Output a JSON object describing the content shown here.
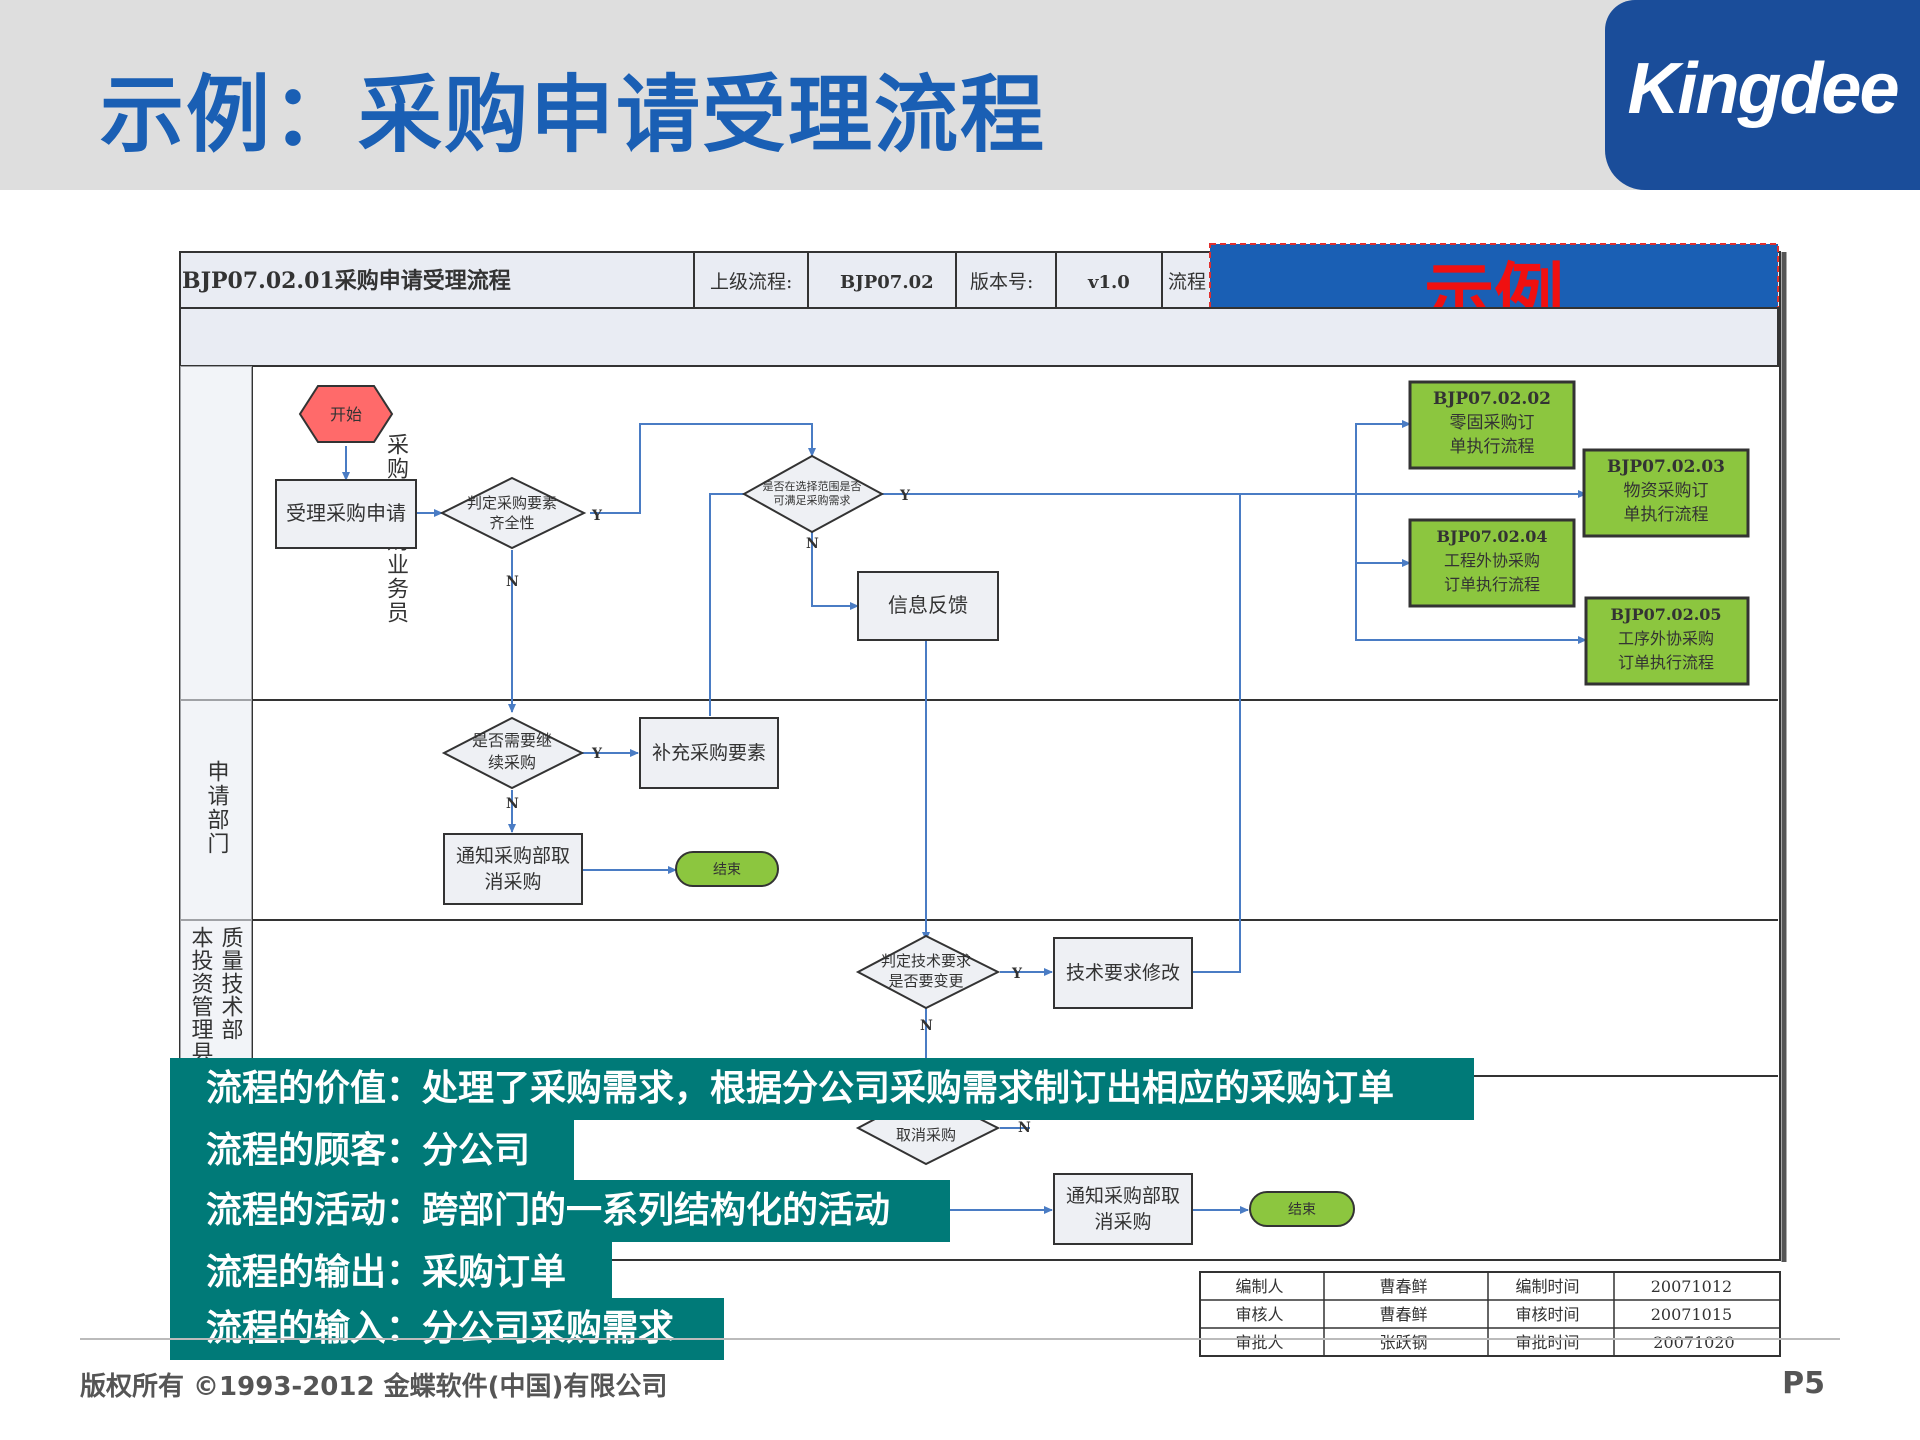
{
  "slide": {
    "title": "示例：采购申请受理流程",
    "logo": "Kingdee",
    "copyright": "版权所有 ©1993-2012 金蝶软件(中国)有限公司",
    "page": "P5"
  },
  "flowchart": {
    "header": {
      "code_title": "BJP07.02.01采购申请受理流程",
      "parent_label": "上级流程:",
      "parent_value": "BJP07.02",
      "version_label": "版本号:",
      "version_value": "v1.0",
      "flow_label": "流程"
    },
    "sample_label": "示例",
    "lanes": [
      "采购部采购业务员",
      "申请部门",
      "质量技术部",
      "本投资管理县"
    ],
    "nodes": {
      "start": "开始",
      "accept": "受理采购申请",
      "judge_complete": [
        "判定采购要素",
        "齐全性"
      ],
      "judge_scope": [
        "是否在选择范围是否",
        "可满足采购需求"
      ],
      "feedback": "信息反馈",
      "need_continue": [
        "是否需要继",
        "续采购"
      ],
      "supplement": "补充采购要素",
      "notify_cancel_1": [
        "通知采购部取",
        "消采购"
      ],
      "end_1": "结束",
      "judge_tech": [
        "判定技术要求",
        "是否要变更"
      ],
      "tech_modify": "技术要求修改",
      "cancel_purchase": "取消采购",
      "notify_cancel_2": [
        "通知采购部取",
        "消采购"
      ],
      "end_2": "结束",
      "sub_02": [
        "BJP07.02.02",
        "零固采购订",
        "单执行流程"
      ],
      "sub_03": [
        "BJP07.02.03",
        "物资采购订",
        "单执行流程"
      ],
      "sub_04": [
        "BJP07.02.04",
        "工程外协采购",
        "订单执行流程"
      ],
      "sub_05": [
        "BJP07.02.05",
        "工序外协采购",
        "订单执行流程"
      ]
    },
    "edge_labels": {
      "yes": "Y",
      "no": "N"
    },
    "sign_table": [
      [
        "编制人",
        "曹春鲜",
        "编制时间",
        "20071012"
      ],
      [
        "审核人",
        "曹春鲜",
        "审核时间",
        "20071015"
      ],
      [
        "审批人",
        "张跃钢",
        "审批时间",
        "20071020"
      ]
    ]
  },
  "highlights": [
    "流程的价值：处理了采购需求，根据分公司采购需求制订出相应的采购订单",
    "流程的顾客：分公司",
    "流程的活动：跨部门的一系列结构化的活动",
    "流程的输出：采购订单",
    "流程的输入：分公司采购需求"
  ],
  "colors": {
    "brand_blue": "#1a5fb4",
    "teal": "#007a78",
    "sub_green": "#8cc63f",
    "start_red": "#ff6a6a"
  }
}
